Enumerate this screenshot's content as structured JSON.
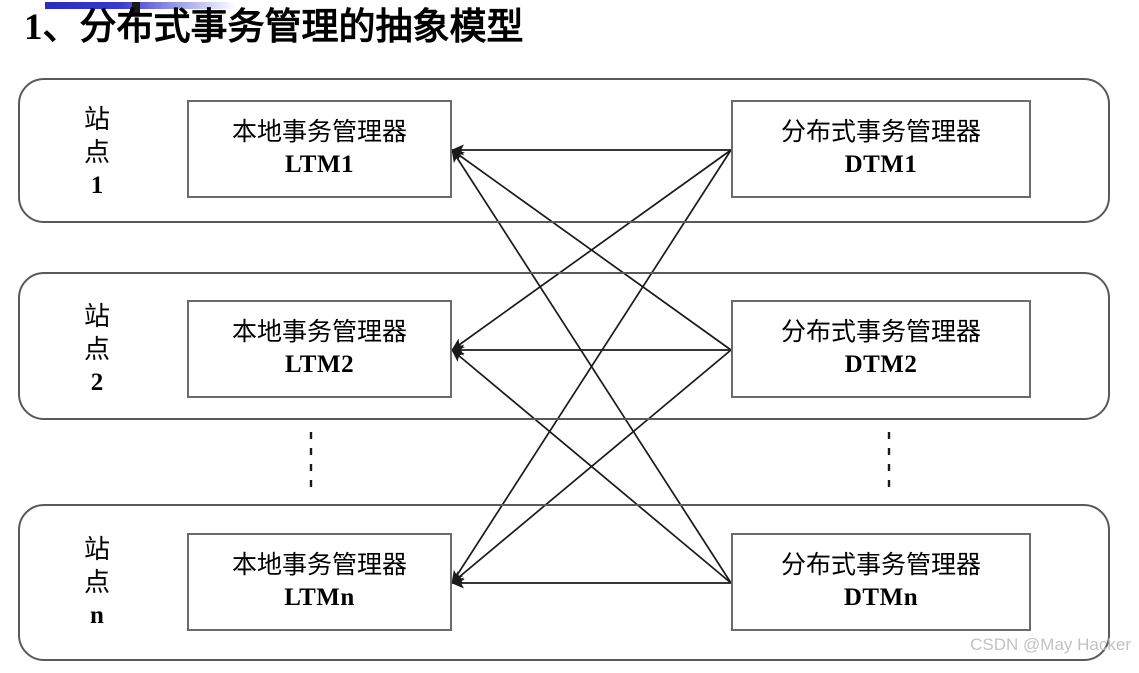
{
  "page": {
    "title": "1、分布式事务管理的抽象模型",
    "watermark": "CSDN @May Hacker",
    "accent_color": "#2b2bbf",
    "box_border_color": "#6b6b6b",
    "shell_border_color": "#595959",
    "line_color": "#1a1a1a"
  },
  "stations": [
    {
      "label_zh": "站点",
      "label_index": "1",
      "local_manager": {
        "name_cn": "本地事务管理器",
        "code": "LTM1"
      },
      "dist_manager": {
        "name_cn": "分布式事务管理器",
        "code": "DTM1"
      }
    },
    {
      "label_zh": "站点",
      "label_index": "2",
      "local_manager": {
        "name_cn": "本地事务管理器",
        "code": "LTM2"
      },
      "dist_manager": {
        "name_cn": "分布式事务管理器",
        "code": "DTM2"
      }
    },
    {
      "label_zh": "站点",
      "label_index": "n",
      "local_manager": {
        "name_cn": "本地事务管理器",
        "code": "LTMn"
      },
      "dist_manager": {
        "name_cn": "分布式事务管理器",
        "code": "DTMn"
      }
    }
  ],
  "connections": {
    "description": "每个 DTM 指向所有 LTM 的有向箭头",
    "edges": [
      {
        "from": "DTM1",
        "to": "LTM1"
      },
      {
        "from": "DTM1",
        "to": "LTM2"
      },
      {
        "from": "DTM1",
        "to": "LTMn"
      },
      {
        "from": "DTM2",
        "to": "LTM1"
      },
      {
        "from": "DTM2",
        "to": "LTM2"
      },
      {
        "from": "DTM2",
        "to": "LTMn"
      },
      {
        "from": "DTMn",
        "to": "LTM1"
      },
      {
        "from": "DTMn",
        "to": "LTM2"
      },
      {
        "from": "DTMn",
        "to": "LTMn"
      }
    ]
  },
  "ellipsis": {
    "left_marker": "⋮",
    "right_marker": "⋮"
  }
}
